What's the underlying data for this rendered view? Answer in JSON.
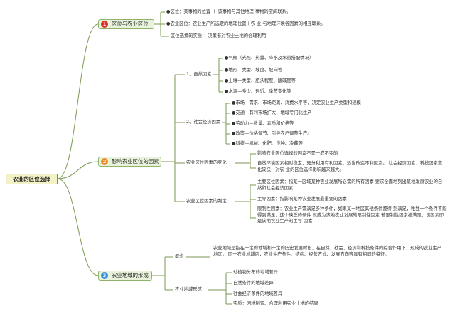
{
  "root": "农业的区位选择",
  "colors": {
    "line": "#7a9a53",
    "badge1": "#d9322b",
    "badge2": "#ea8a2a",
    "badge3": "#3b8fd6",
    "branch_fill": "#e9f3dc",
    "root_fill": "#f3f2c6"
  },
  "b1": {
    "num": "1",
    "label": "区位与农业区位",
    "items": [
      "●区位：某事物的位置 ＋ 该事物与其他地理 事物的空间联系。",
      "●农业区位：农业生产所选定的地理位置＋农 业 与地理环境各因素的相互联系。",
      "区位选择的实质： 决策者对农业土地的合理利用"
    ]
  },
  "b2": {
    "num": "2",
    "label": "影响农业区位的因素",
    "g1": {
      "label": "1、自然因素",
      "items": [
        "●气候（光照、热量、降水及水热搭配情况）",
        "●地形—类型、坡度、坡向等",
        "●土壤—类型、肥沃程度、酸碱度等",
        "●水源—多少、远近、季节变化等"
      ]
    },
    "g2": {
      "label": "2、社会经济因素",
      "items": [
        "●市场—需求、市场距离、消费水平等，决定农业生产类型和规模",
        "●交通—有利市场扩大，地域专门化生产",
        "●劳动力—数量、素质和价格等",
        "●政策—价格调节、引导农户调整生产。",
        "●科技—机械、化肥、良种、冷藏等"
      ]
    },
    "g3": {
      "label": "农业区位因素的变化",
      "items": [
        "影响农业区位选择的因素不是一成不变的",
        "自然环境因素相对稳定，充分利用有利因素，适当改造不利因素。 社会经济因素、科技因素变化较快，对农 业的区位选择影响越来越大。"
      ]
    },
    "g4": {
      "label": "农业区位因素的判定",
      "items": [
        "主要区位因素：指某一区域某种农业发展所必需的所有因素 要求全面地列出某地发展农业的自然和社会经济因素",
        "主导因素：指影响某种农业发展最重要的因素",
        "限制性因素：农业生产需满足多种条件，如果某一地区其他条件都得 到满足，唯独一个条件不能得到满足，这个缺乏的条件 就成为该地农业发展的限制性因素 若限制性因素被满足，该因素即是该地农业生产的主导 因素"
      ]
    }
  },
  "b3": {
    "num": "3",
    "label": "农业地域的形成",
    "g1": {
      "label": "概念",
      "text": "农业地域是指在一定的地域和一定的历史发展时段，在自然、社会、经济和科技条件的综合作用下，形成的农业生产地区。 同一农业地域内，农业生产条件、结构、经营方式、发展方向等具有相同的特征。"
    },
    "g2": {
      "label": "农业地域形成",
      "items": [
        "动植物分布的地域差异",
        "自然条件的地域差异",
        "社会经济条件的地域差异",
        "实质：因地制宜、合理利用农业土地的结果"
      ]
    }
  }
}
